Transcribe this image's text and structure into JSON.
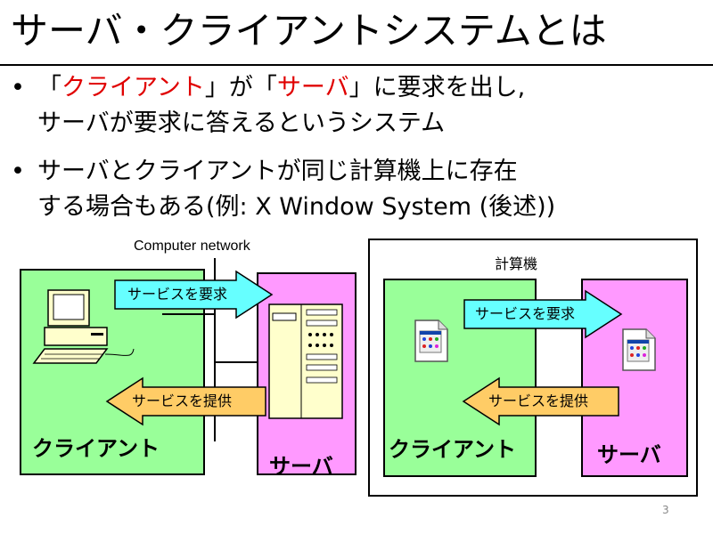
{
  "slide": {
    "title": "サーバ・クライアントシステムとは",
    "bullets": [
      {
        "marker": "•",
        "parts": [
          "「",
          "クライアント",
          "」が「",
          "サーバ",
          "」に要求を出し,"
        ],
        "line2": "サーバが要求に答えるというシステム"
      },
      {
        "marker": "•",
        "line1": " サーバとクライアントが同じ計算機上に存在",
        "line2": "する場合もある(例: X Window System (後述))"
      }
    ],
    "page_number": "3"
  },
  "diagram_left": {
    "network_label": "Computer network",
    "client_label": "クライアント",
    "server_label": "サーバ",
    "request_arrow": "サービスを要求",
    "provide_arrow": "サービスを提供"
  },
  "diagram_right": {
    "computer_label": "計算機",
    "client_label": "クライアント",
    "server_label": "サーバ",
    "request_arrow": "サービスを要求",
    "provide_arrow": "サービスを提供"
  },
  "colors": {
    "accent_red": "#e00000",
    "client_green": "#99ff99",
    "server_pink": "#ff99ff",
    "request_cyan": "#66ffff",
    "provide_orange": "#ffcc66"
  }
}
